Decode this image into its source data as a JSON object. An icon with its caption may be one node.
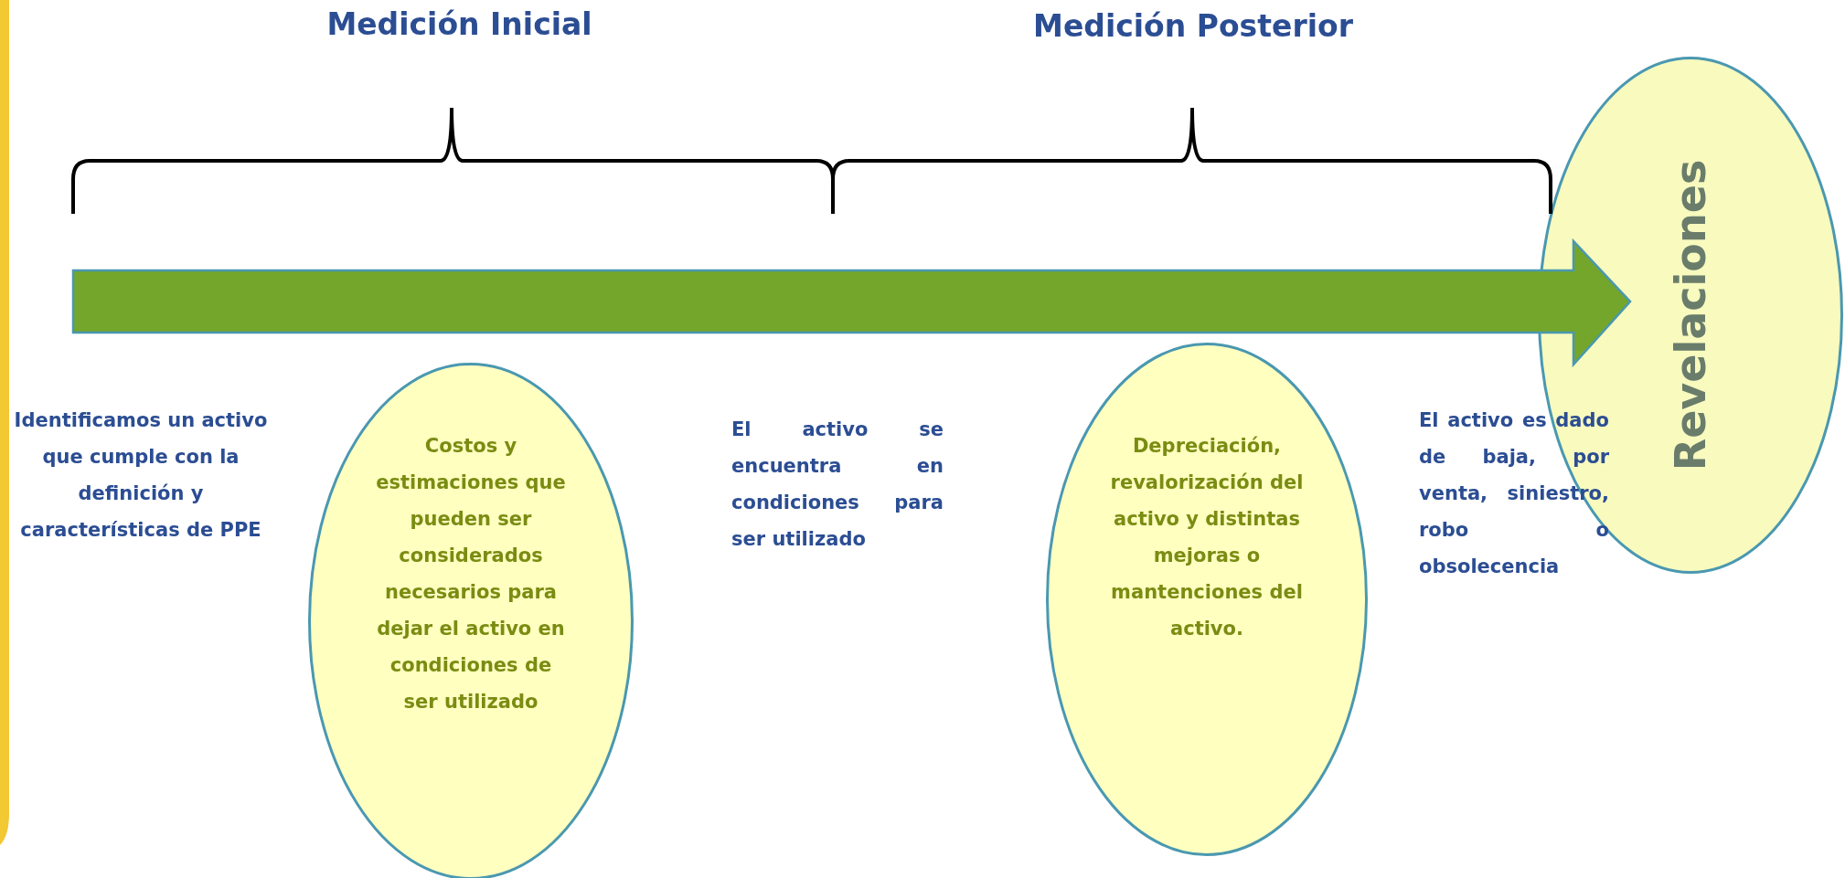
{
  "diagram": {
    "nodes": [
      {
        "text": [
          "Costos y estimaciones que pueden ser considerados necesarios para dejar el activo en condiciones de ser utilizado"
        ]
      },
      {
        "text": [
          "Depreciación, revalorización del activo y distintas mejoras o mantenciones del activo."
        ]
      },
      {
        "text": [
          "Revelaciones"
        ]
      }
    ],
    "labels": [
      "Medición Inicial",
      "Medición Posterior",
      "Identificamos un activo que cumple con la definición y características de PPE",
      "El activo se encuentra en condiciones para ser utilizado",
      "El activo es dado de baja, por venta, siniestro, robo o obsolecencia"
    ]
  }
}
